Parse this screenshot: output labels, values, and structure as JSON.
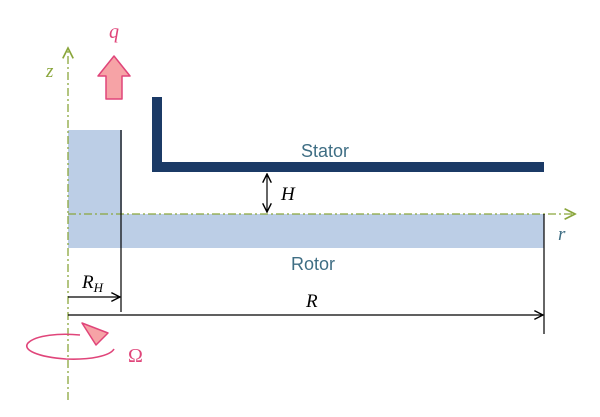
{
  "labels": {
    "flow": "q",
    "z_axis": "z",
    "r_axis": "r",
    "stator": "Stator",
    "rotor": "Rotor",
    "gap": "H",
    "hub_radius_main": "R",
    "hub_radius_sub": "H",
    "outer_radius": "R",
    "rotation": "Ω"
  },
  "colors": {
    "axis": "#8aa63c",
    "stator": "#1b3a66",
    "rotor": "#bccee6",
    "label_blue": "#3f6e84",
    "accent_pink": "#e0457a",
    "arrow_fill": "#f6a3a6",
    "arrow_stroke": "#e0457a",
    "ink": "#000000"
  },
  "icons": {
    "flow_arrow": "up-arrow-icon",
    "rotation_arrow": "circular-rotation-arrow-icon"
  }
}
